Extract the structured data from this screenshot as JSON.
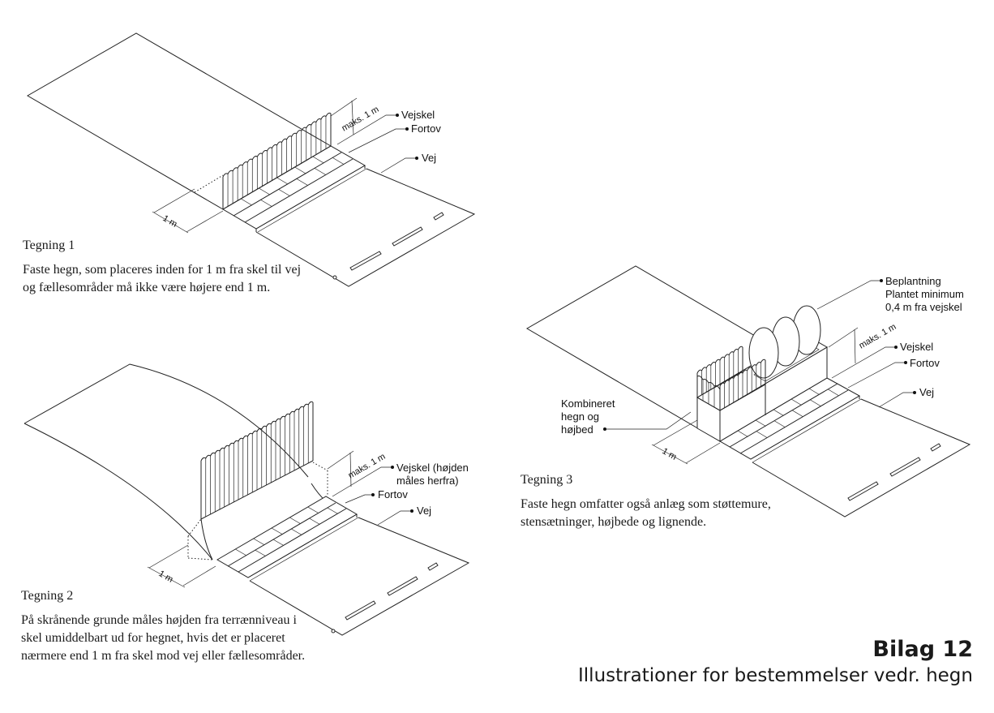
{
  "drawings": [
    {
      "id": "tegning-1",
      "title": "Tegning 1",
      "description": "Faste hegn, som placeres inden for 1 m fra skel til vej og fællesområder må ikke være højere end 1 m.",
      "labels": {
        "max_height": "maks. 1 m",
        "road_boundary": "Vejskel",
        "sidewalk": "Fortov",
        "road": "Vej",
        "distance": "1 m"
      }
    },
    {
      "id": "tegning-2",
      "title": "Tegning 2",
      "description": "På skrånende grunde måles højden fra terrænniveau i skel umiddelbart ud for hegnet, hvis det er placeret nærmere end 1 m fra skel mod vej eller fællesområder.",
      "labels": {
        "max_height": "maks. 1 m",
        "road_boundary_line1": "Vejskel (højden",
        "road_boundary_line2": "måles herfra)",
        "sidewalk": "Fortov",
        "road": "Vej",
        "distance": "1 m"
      }
    },
    {
      "id": "tegning-3",
      "title": "Tegning 3",
      "description": "Faste hegn omfatter også anlæg som støttemure, stensætninger, højbede og lignende.",
      "labels": {
        "planting_line1": "Beplantning",
        "planting_line2": "Plantet minimum",
        "planting_line3": "0,4 m fra vejskel",
        "max_height": "maks. 1 m",
        "road_boundary": "Vejskel",
        "sidewalk": "Fortov",
        "road": "Vej",
        "combined_line1": "Kombineret",
        "combined_line2": "hegn og",
        "combined_line3": "højbed",
        "distance": "1 m"
      }
    }
  ],
  "footer": {
    "appendix": "Bilag 12",
    "subtitle": "Illustrationer for bestemmelser vedr. hegn"
  }
}
